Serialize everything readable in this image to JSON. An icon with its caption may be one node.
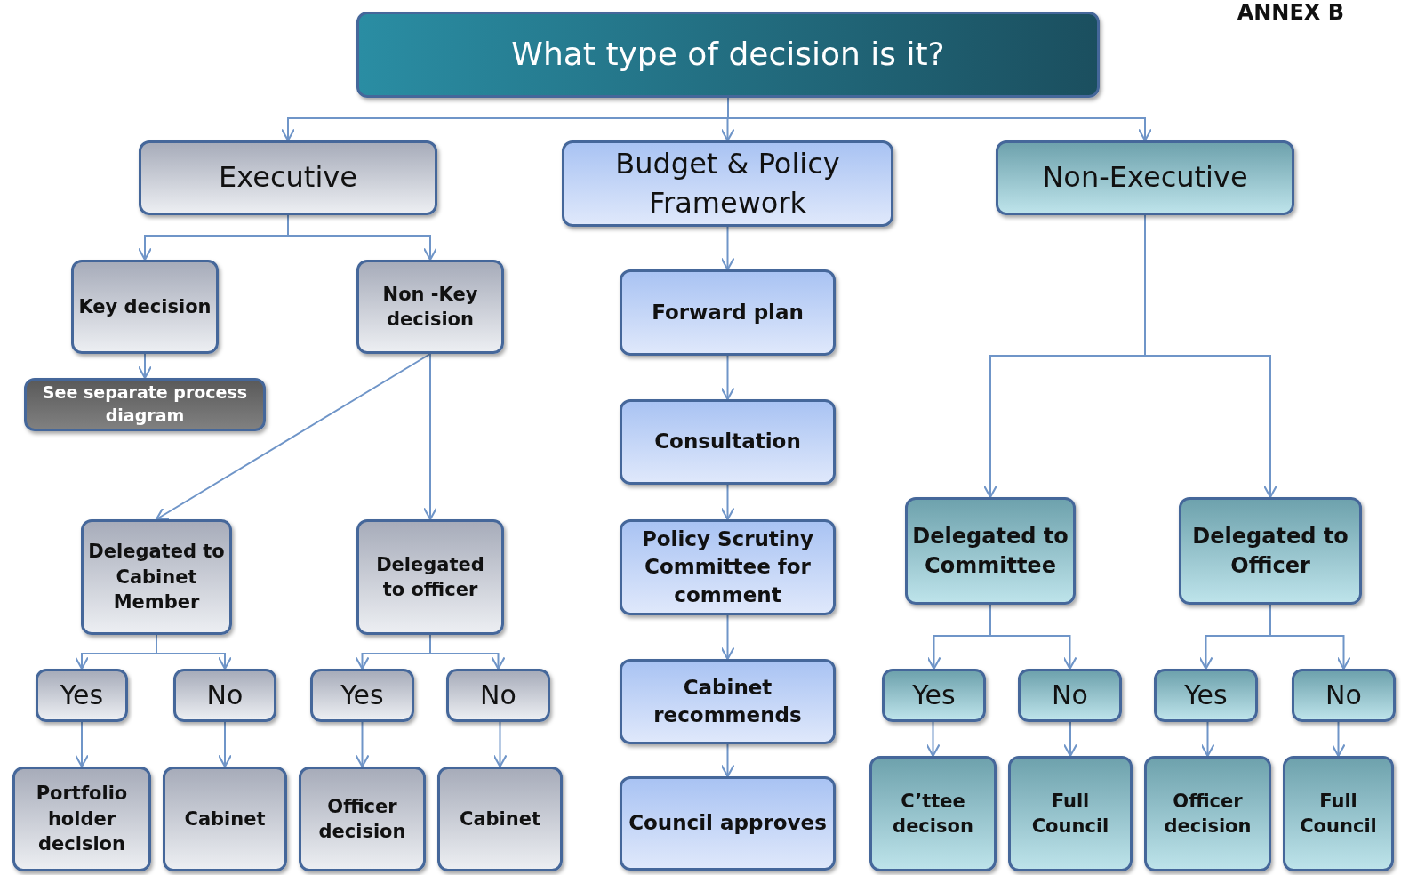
{
  "diagram": {
    "nodes": [
      {
        "text": [
          "What type of decision is it?"
        ]
      },
      {
        "text": [
          "Executive"
        ]
      },
      {
        "text": [
          "Budget & Policy Framework"
        ]
      },
      {
        "text": [
          "Non-Executive"
        ]
      },
      {
        "text": [
          "Key decision"
        ]
      },
      {
        "text": [
          "Non -Key decision"
        ]
      },
      {
        "text": [
          "Forward plan"
        ]
      },
      {
        "text": [
          "See separate process diagram"
        ]
      },
      {
        "text": [
          "Consultation"
        ]
      },
      {
        "text": [
          "Delegated to Cabinet Member"
        ]
      },
      {
        "text": [
          "Delegated to officer"
        ]
      },
      {
        "text": [
          "Policy Scrutiny Committee for comment"
        ]
      },
      {
        "text": [
          "Delegated to Committee"
        ]
      },
      {
        "text": [
          "Delegated to Officer"
        ]
      },
      {
        "text": [
          "Yes"
        ]
      },
      {
        "text": [
          "No"
        ]
      },
      {
        "text": [
          "Yes"
        ]
      },
      {
        "text": [
          "No"
        ]
      },
      {
        "text": [
          "Cabinet recommends"
        ]
      },
      {
        "text": [
          "Yes"
        ]
      },
      {
        "text": [
          "No"
        ]
      },
      {
        "text": [
          "Yes"
        ]
      },
      {
        "text": [
          "No"
        ]
      },
      {
        "text": [
          "Portfolio holder decision"
        ]
      },
      {
        "text": [
          "Cabinet"
        ]
      },
      {
        "text": [
          "Officer decision"
        ]
      },
      {
        "text": [
          "Cabinet"
        ]
      },
      {
        "text": [
          "Council approves"
        ]
      },
      {
        "text": [
          "C’ttee decison"
        ]
      },
      {
        "text": [
          "Full Council"
        ]
      },
      {
        "text": [
          "Officer decision"
        ]
      },
      {
        "text": [
          "Full Council"
        ]
      }
    ],
    "edges": [
      {
        "from": 0,
        "to": 1,
        "arrow": "to"
      },
      {
        "from": 0,
        "to": 2,
        "arrow": "to"
      },
      {
        "from": 0,
        "to": 3,
        "arrow": "to"
      },
      {
        "from": 1,
        "to": 4,
        "arrow": "to"
      },
      {
        "from": 1,
        "to": 5,
        "arrow": "to"
      },
      {
        "from": 4,
        "to": 7,
        "arrow": "to"
      },
      {
        "from": 5,
        "to": 9,
        "arrow": "to"
      },
      {
        "from": 5,
        "to": 10,
        "arrow": "to"
      },
      {
        "from": 2,
        "to": 6,
        "arrow": "to"
      },
      {
        "from": 6,
        "to": 8,
        "arrow": "to"
      },
      {
        "from": 8,
        "to": 11,
        "arrow": "to"
      },
      {
        "from": 11,
        "to": 18,
        "arrow": "to"
      },
      {
        "from": 18,
        "to": 27,
        "arrow": "to"
      },
      {
        "from": 3,
        "to": 12,
        "arrow": "to"
      },
      {
        "from": 3,
        "to": 13,
        "arrow": "to"
      },
      {
        "from": 9,
        "to": 14,
        "arrow": "to"
      },
      {
        "from": 9,
        "to": 15,
        "arrow": "to"
      },
      {
        "from": 10,
        "to": 16,
        "arrow": "to"
      },
      {
        "from": 10,
        "to": 17,
        "arrow": "to"
      },
      {
        "from": 12,
        "to": 19,
        "arrow": "to"
      },
      {
        "from": 12,
        "to": 20,
        "arrow": "to"
      },
      {
        "from": 13,
        "to": 21,
        "arrow": "to"
      },
      {
        "from": 13,
        "to": 22,
        "arrow": "to"
      },
      {
        "from": 14,
        "to": 23,
        "arrow": "to"
      },
      {
        "from": 15,
        "to": 24,
        "arrow": "to"
      },
      {
        "from": 16,
        "to": 25,
        "arrow": "to"
      },
      {
        "from": 17,
        "to": 26,
        "arrow": "to"
      },
      {
        "from": 19,
        "to": 28,
        "arrow": "to"
      },
      {
        "from": 20,
        "to": 29,
        "arrow": "to"
      },
      {
        "from": 21,
        "to": 30,
        "arrow": "to"
      },
      {
        "from": 22,
        "to": 31,
        "arrow": "to"
      }
    ],
    "labels": [
      "ANNEX B"
    ]
  }
}
